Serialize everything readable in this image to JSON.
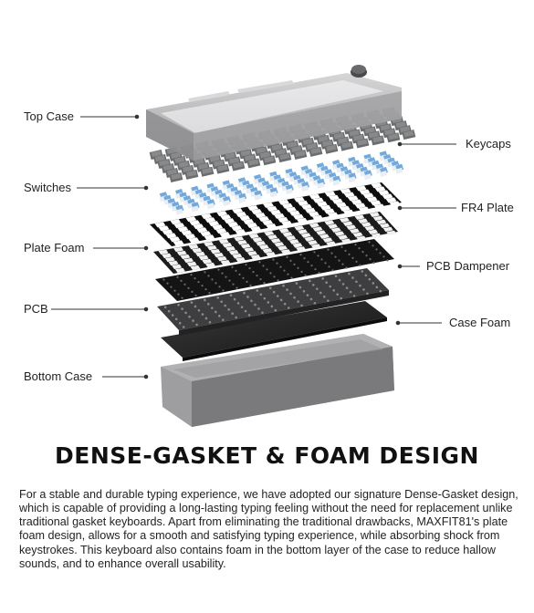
{
  "labels": {
    "top_case": "Top Case",
    "switches": "Switches",
    "plate_foam": "Plate Foam",
    "pcb": "PCB",
    "bottom_case": "Bottom Case",
    "keycaps": "Keycaps",
    "fr4_plate": "FR4 Plate",
    "pcb_dampener": "PCB Dampener",
    "case_foam": "Case Foam"
  },
  "heading": "DENSE-GASKET & FOAM DESIGN",
  "body": "For a stable and durable typing experience, we have adopted our signature Dense-Gasket design, which is capable of providing a long-lasting typing feeling without the need for replacement unlike traditional gasket keyboards. Apart from eliminating the traditional drawbacks, MAXFIT81's plate foam design, allows for a smooth and satisfying typing experience, while absorbing shock from keystrokes. This keyboard also contains foam in the bottom layer of the case to reduce hallow sounds, and to enhance overall usability.",
  "colors": {
    "case": "#9a9a9c",
    "keycap": "#5f6062",
    "switch": "#6fa9de",
    "plate": "#111111",
    "foam": "#2a2a2a"
  }
}
